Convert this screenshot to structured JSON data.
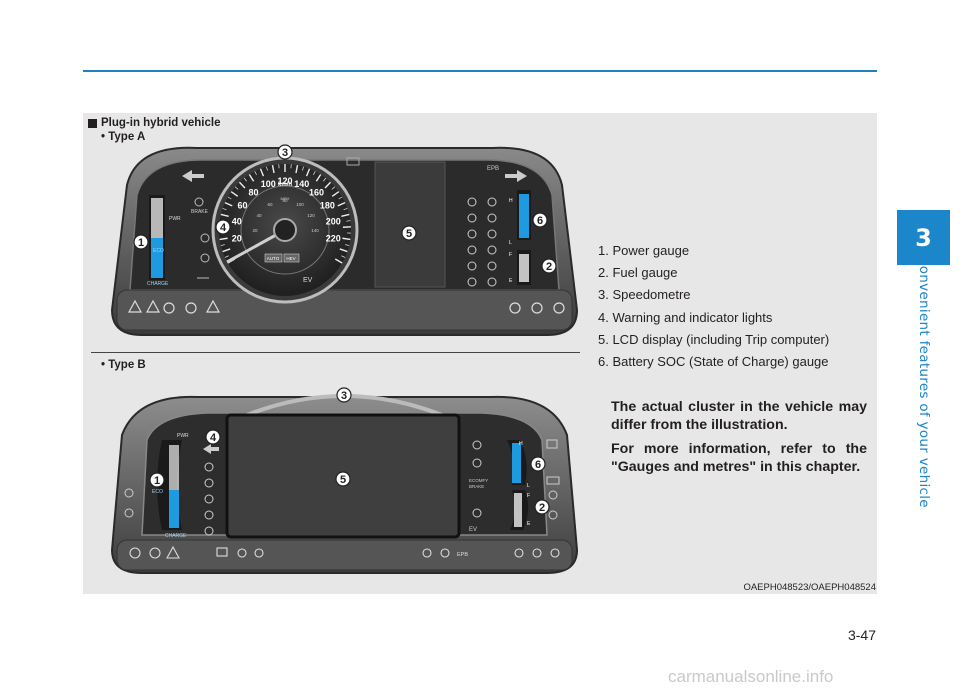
{
  "chapter": {
    "number": "3",
    "title": "Convenient features of your vehicle"
  },
  "figure": {
    "heading": "Plug-in hybrid vehicle",
    "type_a": "• Type A",
    "type_b": "• Type B",
    "image_code": "OAEPH048523/OAEPH048524",
    "cluster_a": {
      "speed_ticks_outer": [
        "20",
        "40",
        "60",
        "80",
        "100",
        "120",
        "140",
        "160",
        "180",
        "200",
        "220"
      ],
      "speed_ticks_inner": [
        "20",
        "40",
        "60",
        "80",
        "100",
        "120",
        "140"
      ],
      "unit_outer": "km/h",
      "unit_inner": "MPH",
      "mode_labels": [
        "AUTO",
        "HEV"
      ],
      "ev_label": "EV",
      "epb_label": "EPB",
      "power_labels": [
        "PWR",
        "ECO",
        "CHARGE"
      ],
      "brake_label": "BRAKE",
      "fuel_labels": [
        "H",
        "L",
        "F",
        "E"
      ]
    },
    "cluster_b": {
      "power_labels": [
        "PWR",
        "ECO",
        "CHARGE"
      ],
      "brake_labels": [
        "ECOMFY",
        "BRAKE"
      ],
      "ev_label": "EV",
      "epb_label": "EPB",
      "fuel_labels": [
        "H",
        "L",
        "F",
        "E"
      ]
    }
  },
  "legend": [
    "1. Power gauge",
    "2. Fuel gauge",
    "3. Speedometre",
    "4. Warning and indicator lights",
    "5. LCD display (including Trip computer)",
    "6. Battery SOC (State of Charge) gauge"
  ],
  "notes": [
    "The actual cluster in the vehicle may differ from the illustration.",
    "For more information, refer to the \"Gauges and metres\" in this chapter."
  ],
  "page_number": "3-47",
  "watermark": "carmanualsonline.info",
  "colors": {
    "accent": "#1b86c9",
    "gauge_blue": "#1e9be0",
    "panel": "#e7e7e8"
  }
}
